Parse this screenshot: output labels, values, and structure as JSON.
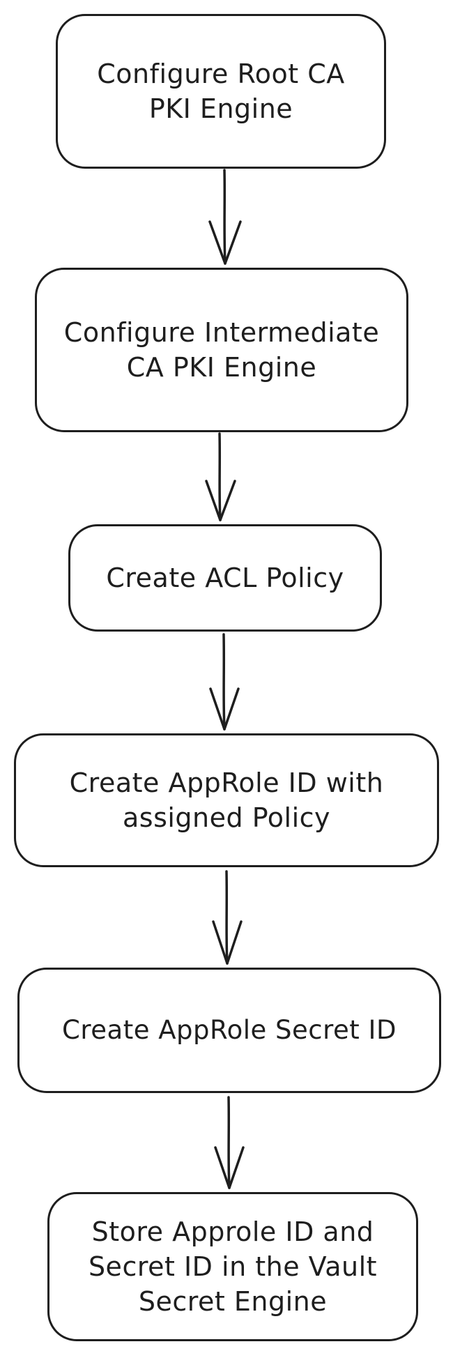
{
  "steps": [
    {
      "lines": [
        "Configure Root CA",
        "PKI Engine"
      ]
    },
    {
      "lines": [
        "Configure Intermediate",
        "CA PKI Engine"
      ]
    },
    {
      "lines": [
        "Create ACL Policy"
      ]
    },
    {
      "lines": [
        "Create AppRole ID with",
        "assigned Policy"
      ]
    },
    {
      "lines": [
        "Create AppRole Secret ID"
      ]
    },
    {
      "lines": [
        "Store Approle ID and",
        "Secret ID in the Vault",
        "Secret Engine"
      ]
    }
  ],
  "colors": {
    "stroke": "#1e1e1e",
    "background": "#ffffff"
  }
}
